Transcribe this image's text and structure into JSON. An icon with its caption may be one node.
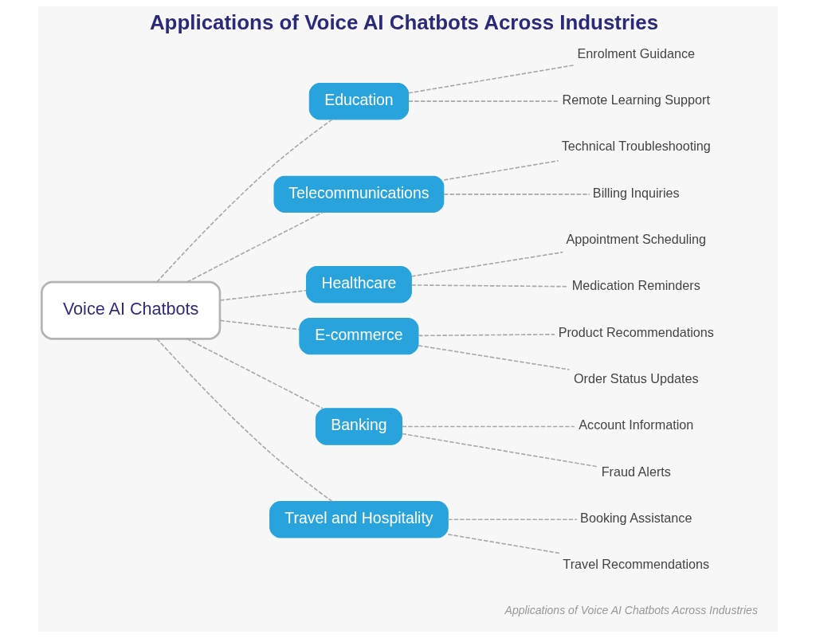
{
  "diagram": {
    "title": "Applications of Voice AI Chatbots Across Industries",
    "caption": "Applications of Voice AI Chatbots Across Industries",
    "nodes": [
      {
        "text": [
          "Voice AI Chatbots"
        ]
      },
      {
        "text": [
          "Education"
        ]
      },
      {
        "text": [
          "Enrolment Guidance"
        ]
      },
      {
        "text": [
          "Remote Learning Support"
        ]
      },
      {
        "text": [
          "Telecommunications"
        ]
      },
      {
        "text": [
          "Technical Troubleshooting"
        ]
      },
      {
        "text": [
          "Billing Inquiries"
        ]
      },
      {
        "text": [
          "Healthcare"
        ]
      },
      {
        "text": [
          "Appointment Scheduling"
        ]
      },
      {
        "text": [
          "Medication Reminders"
        ]
      },
      {
        "text": [
          "E-commerce"
        ]
      },
      {
        "text": [
          "Product Recommendations"
        ]
      },
      {
        "text": [
          "Order Status Updates"
        ]
      },
      {
        "text": [
          "Banking"
        ]
      },
      {
        "text": [
          "Account Information"
        ]
      },
      {
        "text": [
          "Fraud Alerts"
        ]
      },
      {
        "text": [
          "Travel and Hospitality"
        ]
      },
      {
        "text": [
          "Booking Assistance"
        ]
      },
      {
        "text": [
          "Travel Recommendations"
        ]
      }
    ],
    "edges": [
      {
        "from": 0,
        "to": 1,
        "arrow": "none",
        "style": "dashed"
      },
      {
        "from": 1,
        "to": 2,
        "arrow": "none",
        "style": "dashed"
      },
      {
        "from": 1,
        "to": 3,
        "arrow": "none",
        "style": "dashed"
      },
      {
        "from": 0,
        "to": 4,
        "arrow": "none",
        "style": "dashed"
      },
      {
        "from": 4,
        "to": 5,
        "arrow": "none",
        "style": "dashed"
      },
      {
        "from": 4,
        "to": 6,
        "arrow": "none",
        "style": "dashed"
      },
      {
        "from": 0,
        "to": 7,
        "arrow": "none",
        "style": "dashed"
      },
      {
        "from": 7,
        "to": 8,
        "arrow": "none",
        "style": "dashed"
      },
      {
        "from": 7,
        "to": 9,
        "arrow": "none",
        "style": "dashed"
      },
      {
        "from": 0,
        "to": 10,
        "arrow": "none",
        "style": "dashed"
      },
      {
        "from": 10,
        "to": 11,
        "arrow": "none",
        "style": "dashed"
      },
      {
        "from": 10,
        "to": 12,
        "arrow": "none",
        "style": "dashed"
      },
      {
        "from": 0,
        "to": 13,
        "arrow": "none",
        "style": "dashed"
      },
      {
        "from": 13,
        "to": 14,
        "arrow": "none",
        "style": "dashed"
      },
      {
        "from": 13,
        "to": 15,
        "arrow": "none",
        "style": "dashed"
      },
      {
        "from": 0,
        "to": 16,
        "arrow": "none",
        "style": "dashed"
      },
      {
        "from": 16,
        "to": 17,
        "arrow": "none",
        "style": "dashed"
      },
      {
        "from": 16,
        "to": 18,
        "arrow": "none",
        "style": "dashed"
      }
    ]
  }
}
